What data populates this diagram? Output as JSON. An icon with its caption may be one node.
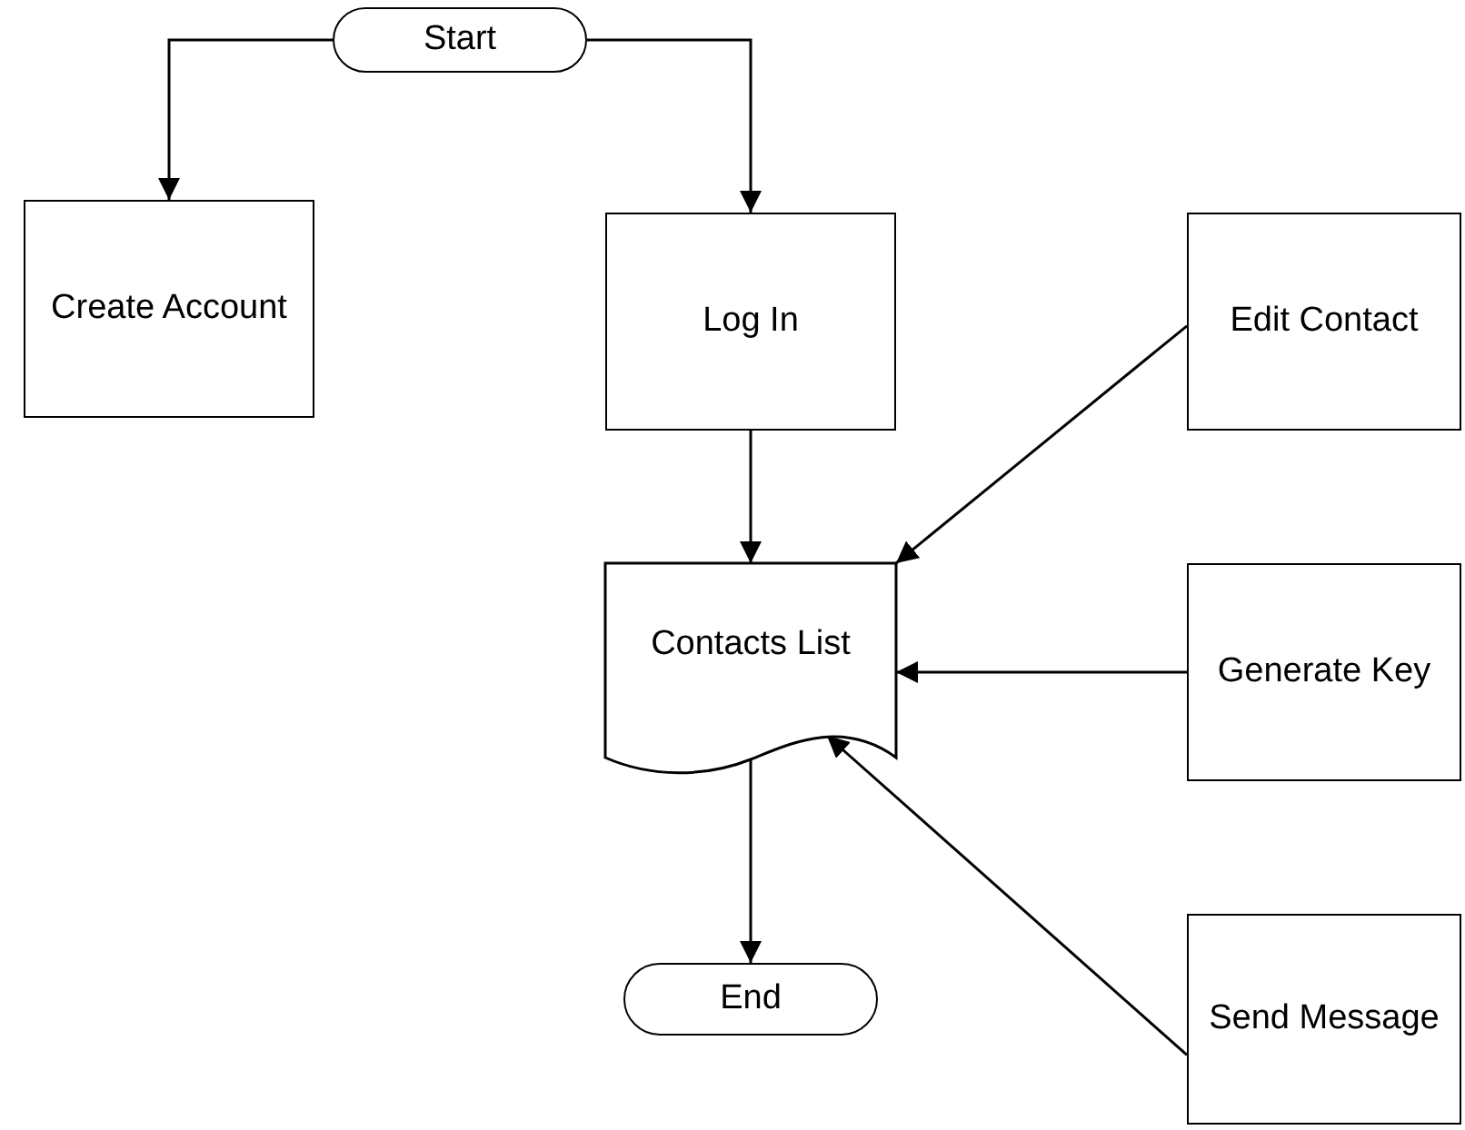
{
  "diagram": {
    "nodes": [
      {
        "text": [
          "Start"
        ]
      },
      {
        "text": [
          "Create Account"
        ]
      },
      {
        "text": [
          "Log In"
        ]
      },
      {
        "text": [
          "Edit Contact"
        ]
      },
      {
        "text": [
          "Contacts List"
        ]
      },
      {
        "text": [
          "Generate Key"
        ]
      },
      {
        "text": [
          "End"
        ]
      },
      {
        "text": [
          "Send Message"
        ]
      }
    ],
    "edges": [
      {
        "from": 0,
        "to": 1,
        "arrow": "to"
      },
      {
        "from": 0,
        "to": 2,
        "arrow": "to"
      },
      {
        "from": 2,
        "to": 4,
        "arrow": "to"
      },
      {
        "from": 3,
        "to": 4,
        "arrow": "to"
      },
      {
        "from": 5,
        "to": 4,
        "arrow": "to"
      },
      {
        "from": 7,
        "to": 4,
        "arrow": "to"
      },
      {
        "from": 4,
        "to": 6,
        "arrow": "to"
      }
    ]
  }
}
